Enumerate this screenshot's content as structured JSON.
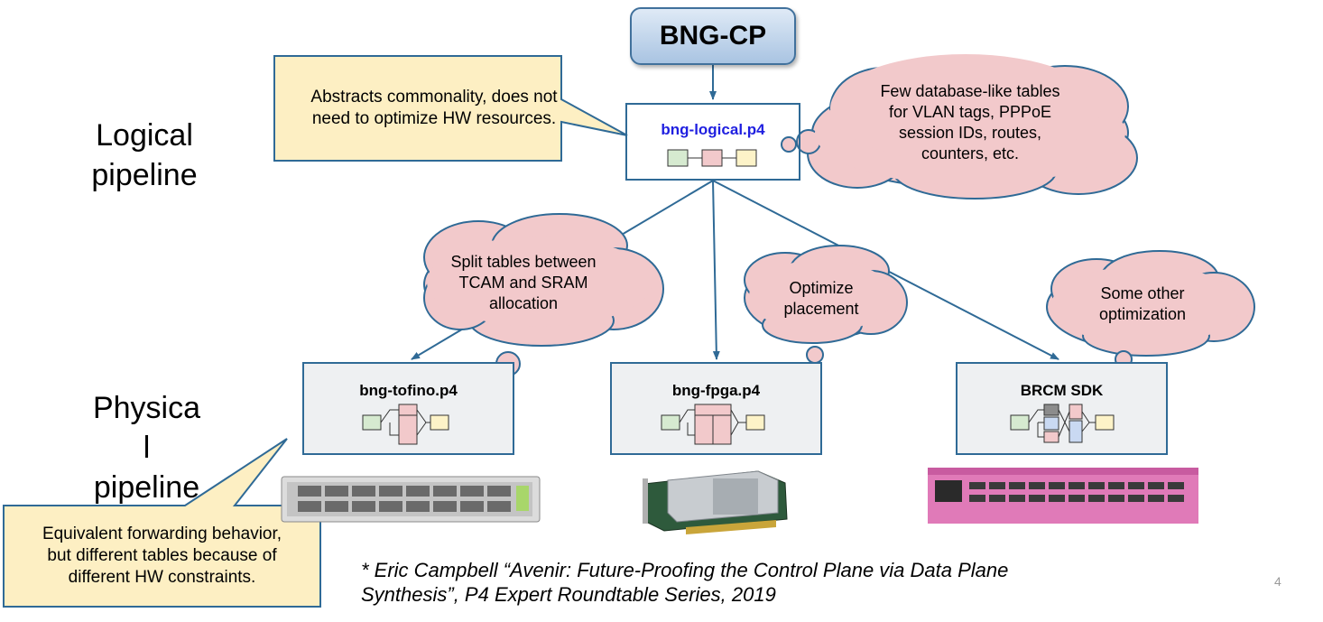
{
  "control_plane": {
    "label": "BNG-CP"
  },
  "side_labels": {
    "logical_line1": "Logical",
    "logical_line2": "pipeline",
    "physical_line1": "Physica",
    "physical_line2": "l",
    "physical_line3": "pipeline"
  },
  "logical_box": {
    "title": "bng-logical.p4",
    "title_color": "#1f1fe0"
  },
  "physical_boxes": [
    {
      "title": "bng-tofino.p4"
    },
    {
      "title": "bng-fpga.p4"
    },
    {
      "title": "BRCM SDK"
    }
  ],
  "callouts": {
    "top_line1": "Abstracts commonality, does not",
    "top_line2": "need to optimize HW resources.",
    "bottom_line1": "Equivalent forwarding behavior,",
    "bottom_line2": "but different tables because of",
    "bottom_line3": "different HW constraints."
  },
  "clouds": {
    "db_line1": "Few database-like tables",
    "db_line2": "for VLAN tags, PPPoE",
    "db_line3": "session IDs, routes,",
    "db_line4": "counters, etc.",
    "split_line1": "Split tables between",
    "split_line2": "TCAM and SRAM",
    "split_line3": "allocation",
    "opt_line1": "Optimize",
    "opt_line2": "placement",
    "other_line1": "Some other",
    "other_line2": "optimization"
  },
  "footnote": {
    "line1": "* Eric Campbell “Avenir: Future-Proofing the Control Plane via Data Plane",
    "line2": "Synthesis”, P4 Expert Roundtable Series, 2019"
  },
  "page_number": "4",
  "colors": {
    "box_border": "#2f6a96",
    "arrow": "#2f6a96",
    "cloud_fill": "#f2c9cb",
    "callout_fill": "#fdefc3",
    "table_green": "#d6ead0",
    "table_pink": "#f2c9cb",
    "table_yellow": "#fdf3c8",
    "table_blue": "#c9d9f2",
    "table_gray": "#8c8c8c",
    "brcm_device": "#e07ab8"
  }
}
